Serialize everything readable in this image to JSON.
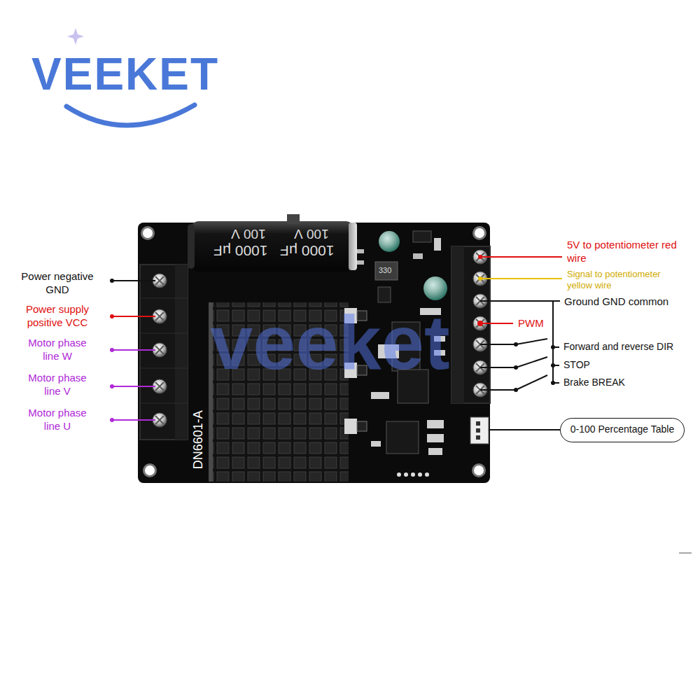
{
  "diagram": {
    "nodes": [
      {
        "text": [
          "0-100 Percentage Table"
        ]
      }
    ],
    "labels": [
      "VEEKET",
      "Power negative GND",
      "Power supply positive VCC",
      "Motor phase line W",
      "Motor phase line V",
      "Motor phase line U",
      "5V to potentiometer red wire",
      "Signal to potentiometer yellow wire",
      "Ground GND common",
      "PWM",
      "Forward and reverse DIR",
      "STOP",
      "Brake BREAK",
      "100 V",
      "1000 μF",
      "100 V",
      "1000 μF",
      "330",
      "DN6601-A",
      "veeket"
    ]
  }
}
